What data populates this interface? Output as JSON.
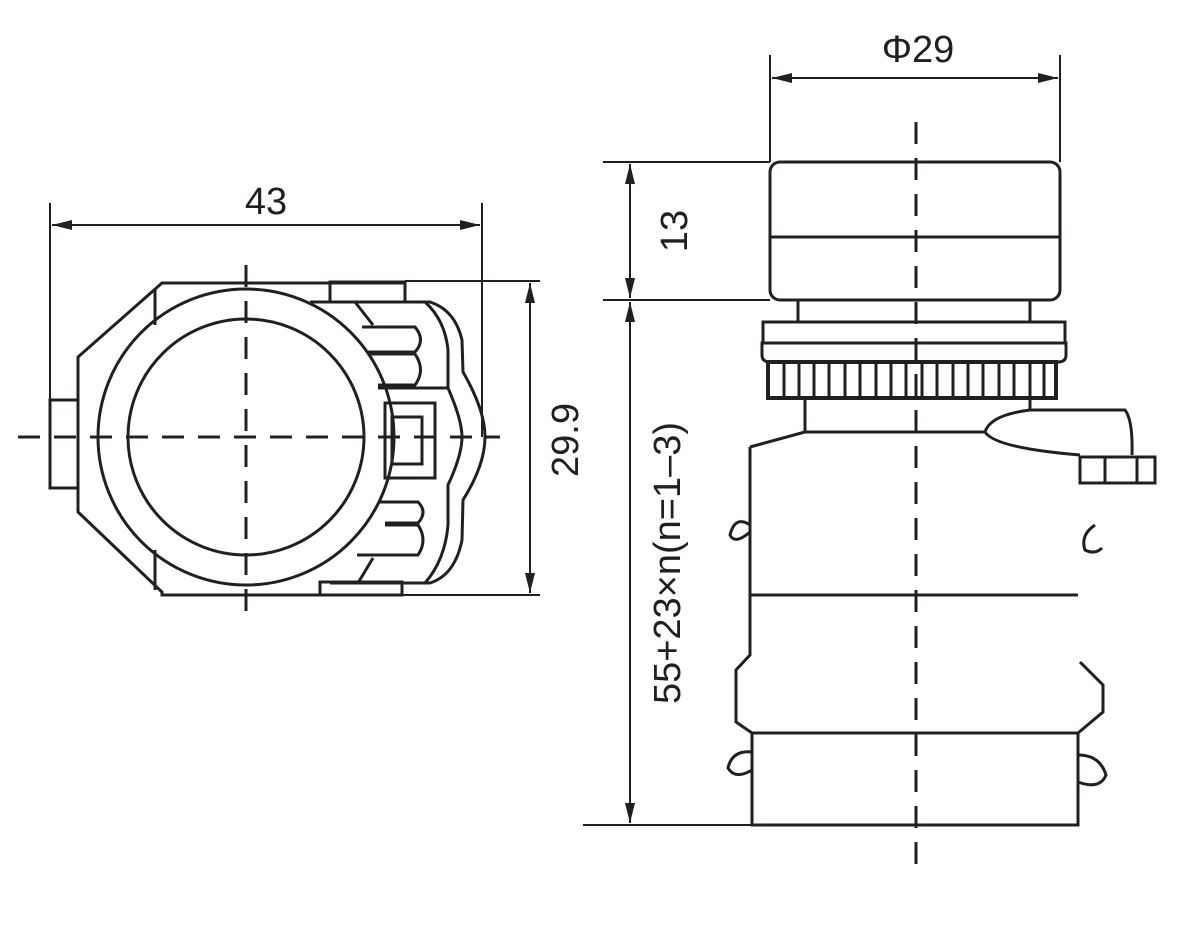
{
  "front_view": {
    "width_label": "43",
    "height_label": "29.9"
  },
  "side_view": {
    "diameter_label": "Φ29",
    "cap_height_label": "13",
    "body_length_label": "55+23×n(n=1–3)"
  },
  "colors": {
    "line": "#231f20",
    "background": "#ffffff"
  }
}
